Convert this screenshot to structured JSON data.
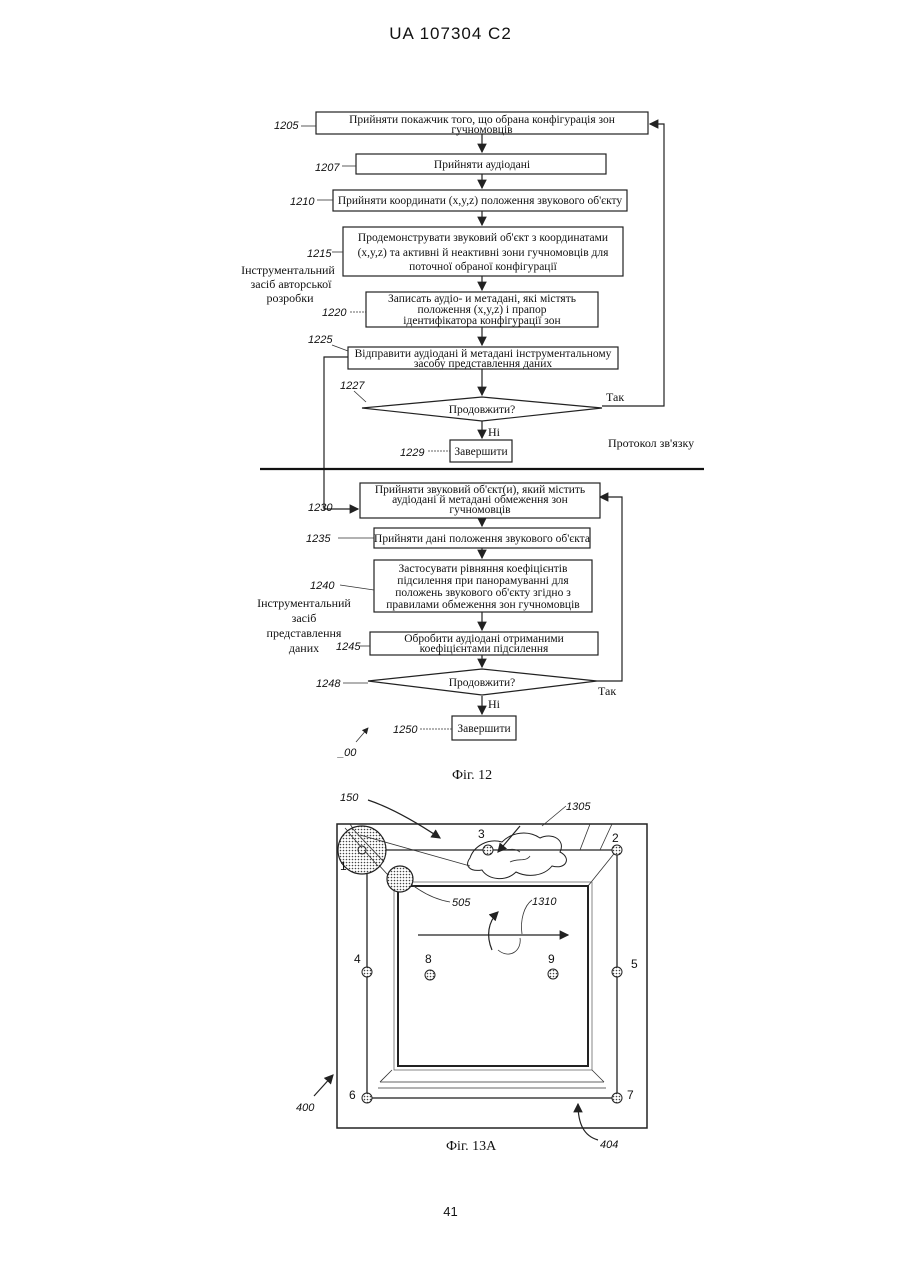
{
  "header": {
    "title": "UA   107304   C2"
  },
  "page_number": "41",
  "fig12": {
    "caption": "Фіг. 12",
    "authoring_label": [
      "Інструментальний",
      "засіб авторської",
      "розробки"
    ],
    "rendering_label": [
      "Інструментальний",
      "засіб",
      "представлення",
      "даних"
    ],
    "protocol_label": "Протокол зв'язку",
    "steps": [
      {
        "ref": "1205",
        "lines": [
          "Прийняти покажчик того, що обрана конфігурація зон",
          "гучномовців"
        ]
      },
      {
        "ref": "1207",
        "lines": [
          "Прийняти аудіодані"
        ]
      },
      {
        "ref": "1210",
        "lines": [
          "Прийняти координати (x,y,z) положення звукового об'єкту"
        ]
      },
      {
        "ref": "1215",
        "lines": [
          "Продемонструвати звуковий об'єкт з координатами",
          "(x,y,z) та активні й неактивні зони гучномовців для",
          "поточної обраної конфігурації"
        ]
      },
      {
        "ref": "1220",
        "lines": [
          "Записать аудіо- и метадані, які містять",
          "положення (x,y,z) і прапор",
          "ідентифікатора конфігурації зон"
        ]
      },
      {
        "ref": "1225",
        "lines": [
          "Відправити аудіодані й метадані інструментальному",
          "засобу представлення даних"
        ]
      },
      {
        "ref": "1227",
        "lines": [
          "Продовжити?"
        ]
      },
      {
        "ref": "1229",
        "lines": [
          "Завершити"
        ]
      },
      {
        "ref": "1230",
        "lines": [
          "Прийняти звуковий об'єкт(и), який містить",
          "аудіодані й метадані обмеження зон",
          "гучномовців"
        ]
      },
      {
        "ref": "1235",
        "lines": [
          "Прийняти дані положення звукового об'єкта"
        ]
      },
      {
        "ref": "1240",
        "lines": [
          "Застосувати рівняння коефіцієнтів",
          "підсилення при панорамуванні для",
          "положень звукового об'єкту згідно з",
          "правилами обмеження зон гучномовців"
        ]
      },
      {
        "ref": "1245",
        "lines": [
          "Обробити аудіодані отриманими",
          "коефіцієнтами підсилення"
        ]
      },
      {
        "ref": "1248",
        "lines": [
          "Продовжити?"
        ]
      },
      {
        "ref": "1250",
        "lines": [
          "Завершити"
        ]
      }
    ],
    "yes_label": "Так",
    "no_label": "Ні",
    "figure_ref": "_00"
  },
  "fig13": {
    "caption": "Фіг. 13А",
    "refs": [
      "150",
      "1305",
      "505",
      "1310",
      "400",
      "404"
    ],
    "speakers": [
      "1",
      "2",
      "3",
      "4",
      "5",
      "6",
      "7",
      "8",
      "9"
    ]
  }
}
